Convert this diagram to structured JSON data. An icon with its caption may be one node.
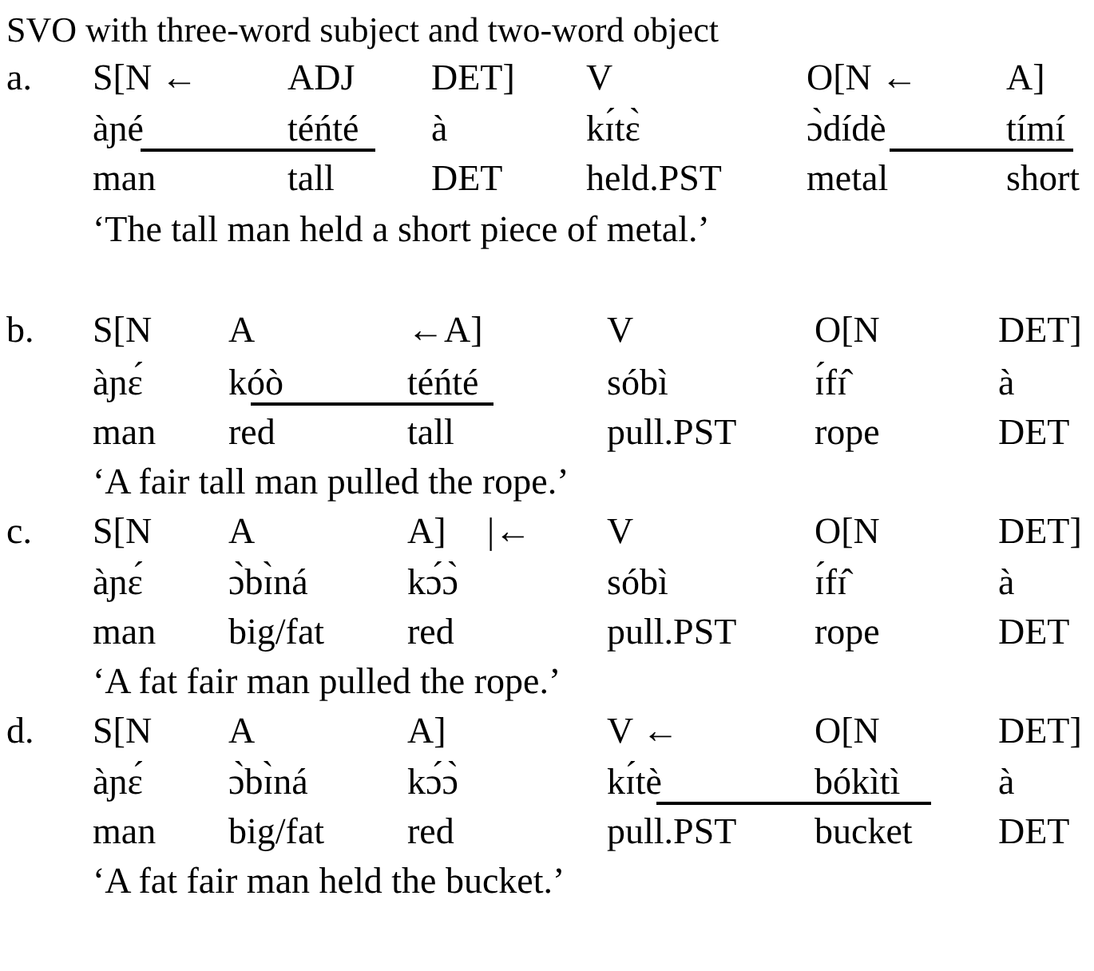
{
  "diagram": {
    "title": "SVO with three-word subject and two-word object",
    "labels": [
      "a.",
      "S[N ←",
      "ADJ",
      "DET]",
      "V",
      "O[N ←",
      "A]",
      "àɲé",
      "téńté",
      "à",
      "kɪ́tɛ̀",
      "ɔ̀dídè",
      "tímí",
      "man",
      "tall",
      "DET",
      "held.PST",
      "metal",
      "short",
      "‘The tall man held a short piece of metal.’",
      "b.",
      "S[N",
      "A",
      "←A]",
      "V",
      "O[N",
      "DET]",
      "àɲɛ́",
      "kóò",
      "téńté",
      "sóbì",
      "ɪ́fɪ̂",
      "à",
      "man",
      "red",
      "tall",
      "pull.PST",
      "rope",
      "DET",
      "‘A fair tall man pulled the rope.’",
      "c.",
      "S[N",
      "A",
      "A]",
      "|←",
      "V",
      "O[N",
      "DET]",
      "àɲɛ́",
      "ɔ̀bɪ̀ná",
      "kɔ́ɔ̀",
      "sóbì",
      "ɪ́fɪ̂",
      "à",
      "man",
      "big/fat",
      "red",
      "pull.PST",
      "rope",
      "DET",
      "‘A fat fair man pulled the rope.’",
      "d.",
      "S[N",
      "A",
      "A]",
      "V ←",
      "O[N",
      "DET]",
      "àɲɛ́",
      "ɔ̀bɪ̀ná",
      "kɔ́ɔ̀",
      "kɪ́tè",
      "bókìtì",
      "à",
      "man",
      "big/fat",
      "red",
      "pull.PST",
      "bucket",
      "DET",
      "‘A fat fair man held the bucket.’"
    ]
  }
}
